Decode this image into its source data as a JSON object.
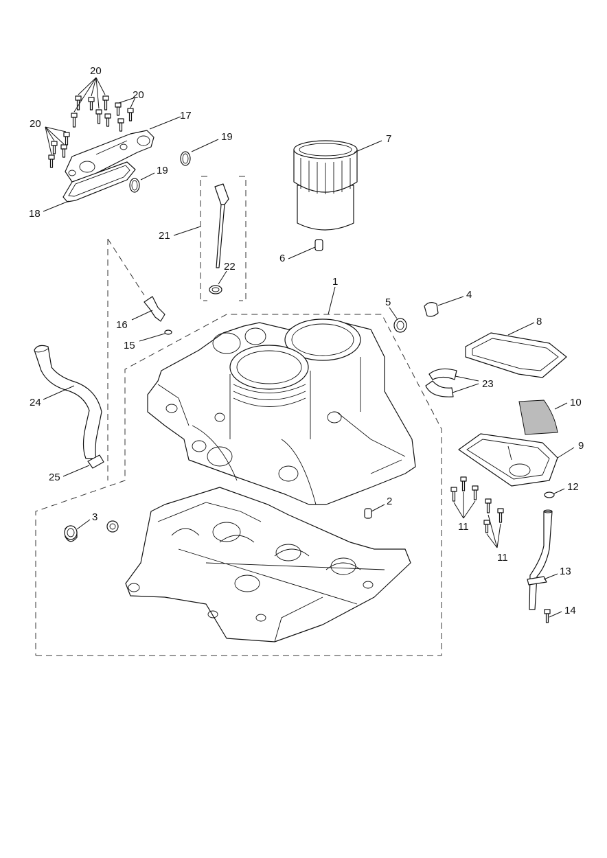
{
  "callouts": {
    "c1": "1",
    "c2": "2",
    "c3": "3",
    "c4": "4",
    "c5": "5",
    "c6": "6",
    "c7": "7",
    "c8": "8",
    "c9": "9",
    "c10": "10",
    "c11a": "11",
    "c11b": "11",
    "c12": "12",
    "c13": "13",
    "c14": "14",
    "c15": "15",
    "c16": "16",
    "c17": "17",
    "c18": "18",
    "c19a": "19",
    "c19b": "19",
    "c20a": "20",
    "c20b": "20",
    "c20c": "20",
    "c21": "21",
    "c22": "22",
    "c23": "23",
    "c24": "24",
    "c25": "25"
  }
}
